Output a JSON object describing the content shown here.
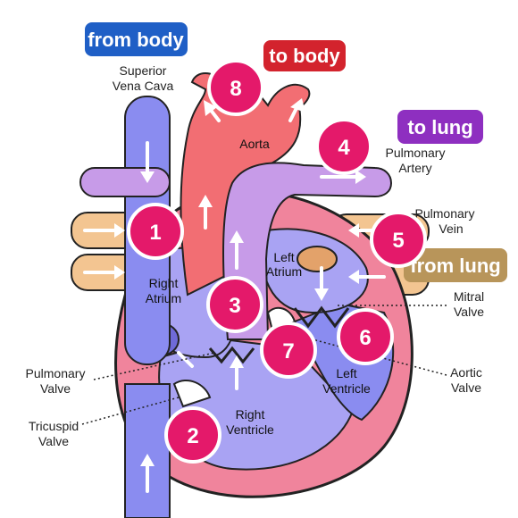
{
  "tags": {
    "from_body": "from body",
    "to_body": "to body",
    "to_lung": "to lung",
    "from_lung": "from lung"
  },
  "labels": {
    "superior_vena_cava_1": "Superior",
    "superior_vena_cava_2": "Vena Cava",
    "aorta": "Aorta",
    "pulmonary_artery_1": "Pulmonary",
    "pulmonary_artery_2": "Artery",
    "pulmonary_vein_1": "Pulmonary",
    "pulmonary_vein_2": "Vein",
    "left_atrium_1": "Left",
    "left_atrium_2": "Atrium",
    "right_atrium_1": "Right",
    "right_atrium_2": "Atrium",
    "mitral_valve_1": "Mitral",
    "mitral_valve_2": "Valve",
    "pulmonary_valve_1": "Pulmonary",
    "pulmonary_valve_2": "Valve",
    "aortic_valve_1": "Aortic",
    "aortic_valve_2": "Valve",
    "left_ventricle_1": "Left",
    "left_ventricle_2": "Ventricle",
    "right_ventricle_1": "Right",
    "right_ventricle_2": "Ventricle",
    "tricuspid_valve_1": "Tricuspid",
    "tricuspid_valve_2": "Valve"
  },
  "steps": [
    "1",
    "2",
    "3",
    "4",
    "5",
    "6",
    "7",
    "8"
  ],
  "colors": {
    "from_body_tag": "#1f5fc6",
    "to_body_tag": "#d3232d",
    "to_lung_tag": "#8e2fc0",
    "from_lung_tag": "#b8955a",
    "step_circle": "#e4196a",
    "vena_cava": "#8a8cf0",
    "aorta": "#f26e73",
    "pulmonary_artery": "#c79be8",
    "pulmonary_vein": "#f3c591",
    "heart_outer": "#f0849c",
    "chamber": "#a9a3f3"
  }
}
